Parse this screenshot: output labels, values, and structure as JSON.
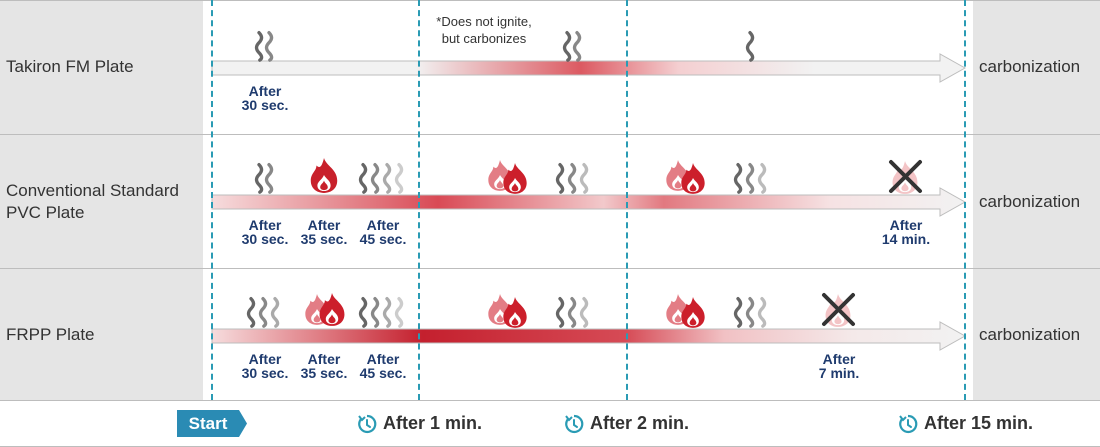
{
  "rows": [
    {
      "label": "Takiron FM Plate",
      "result": "carbonization",
      "time_labels": [
        {
          "line1": "After",
          "line2": "30 sec."
        }
      ]
    },
    {
      "label": "Conventional Standard PVC Plate",
      "result": "carbonization",
      "time_labels": [
        {
          "line1": "After",
          "line2": "30 sec."
        },
        {
          "line1": "After",
          "line2": "35 sec."
        },
        {
          "line1": "After",
          "line2": "45 sec."
        },
        {
          "line1": "After",
          "line2": "14 min."
        }
      ]
    },
    {
      "label": "FRPP Plate",
      "result": "carbonization",
      "time_labels": [
        {
          "line1": "After",
          "line2": "30 sec."
        },
        {
          "line1": "After",
          "line2": "35 sec."
        },
        {
          "line1": "After",
          "line2": "45 sec."
        },
        {
          "line1": "After",
          "line2": "7 min."
        }
      ]
    }
  ],
  "note": {
    "line1": "*Does not ignite,",
    "line2": "but carbonizes"
  },
  "timeline": {
    "start": "Start",
    "ticks": [
      "After 1 min.",
      "After 2 min.",
      "After 15 min."
    ]
  },
  "colors": {
    "label_bg": "#e5e5e5",
    "dash_line": "#2a9bb4",
    "time_text": "#1f3b6e",
    "flame": "#cc1f2b",
    "start_bg": "#2a8bb4",
    "arrow_fill": "#f2f2f2"
  },
  "icons": [
    "smoke-icon",
    "flame-icon",
    "extinguished-icon",
    "clock-icon"
  ]
}
